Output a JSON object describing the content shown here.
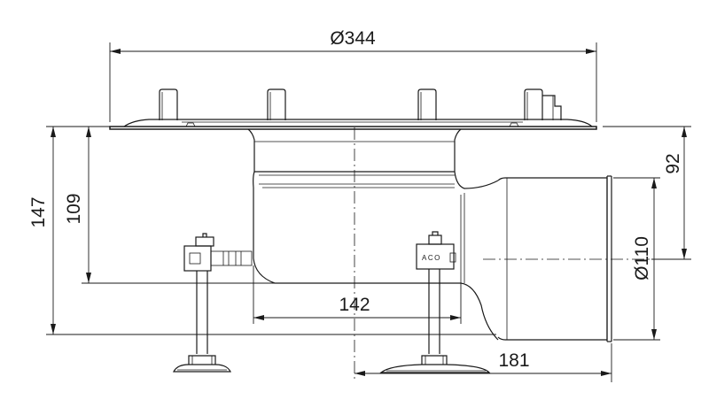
{
  "drawing": {
    "dimensions": {
      "top_diameter": "Ø344",
      "outlet_diameter": "Ø110",
      "total_height": "147",
      "body_height": "109",
      "outlet_height": "92",
      "body_width": "142",
      "outlet_length": "181"
    },
    "brand_label": "ACO"
  }
}
